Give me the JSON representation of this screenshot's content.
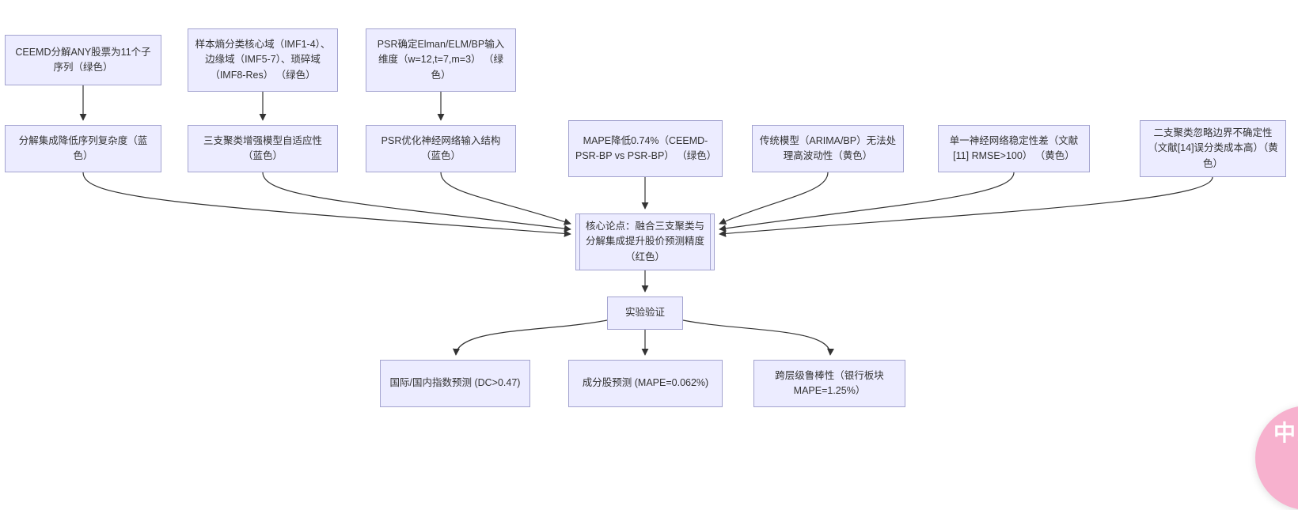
{
  "diagram": {
    "nodes": {
      "a_ceemd": {
        "label": "CEEMD分解ANY股票为11个子序列（绿色）"
      },
      "a_entropy": {
        "label": "样本熵分类核心域（IMF1-4）、边缘域（IMF5-7）、琐碎域（IMF8-Res） （绿色）"
      },
      "a_psr_dim": {
        "label": "PSR确定Elman/ELM/BP输入维度（w=12,t=7,m=3） （绿色）"
      },
      "b_decomp": {
        "label": "分解集成降低序列复杂度（蓝色）"
      },
      "b_threeway": {
        "label": "三支聚类增强模型自适应性（蓝色）"
      },
      "b_psr_opt": {
        "label": "PSR优化神经网络输入结构（蓝色）"
      },
      "b_mape": {
        "label": "MAPE降低0.74%（CEEMD-PSR-BP vs PSR-BP） （绿色）"
      },
      "c_arima": {
        "label": "传统模型（ARIMA/BP）无法处理高波动性（黄色）"
      },
      "c_single": {
        "label": "单一神经网络稳定性差（文献[11] RMSE>100） （黄色）"
      },
      "c_twoway": {
        "label": "二支聚类忽略边界不确定性（文献[14]误分类成本高）（黄色）"
      },
      "core": {
        "label": "核心论点：融合三支聚类与分解集成提升股价预测精度（红色）"
      },
      "experiment": {
        "label": "实验验证"
      },
      "r_index": {
        "label": "国际/国内指数预测 (DC>0.47)"
      },
      "r_component": {
        "label": "成分股预测 (MAPE=0.062%)"
      },
      "r_robust": {
        "label": "跨层级鲁棒性（银行板块 MAPE=1.25%）"
      }
    },
    "colors": {
      "node_fill": "#ECECFF",
      "node_border": "#a3a3cf",
      "edge": "#333333",
      "widget_pink": "#f7b1ce"
    },
    "widget": {
      "label": "中A"
    }
  }
}
